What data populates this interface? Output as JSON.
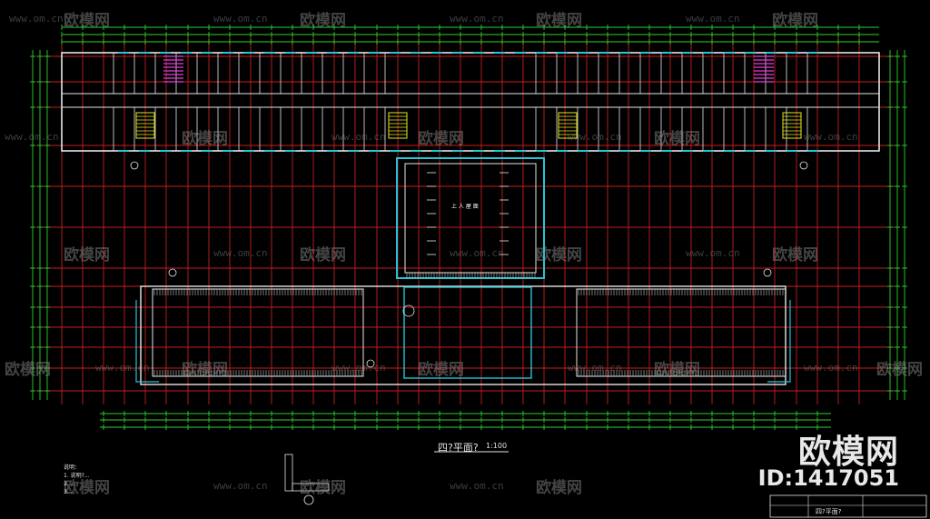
{
  "drawing": {
    "title": "四?平面?",
    "scale": "1:100",
    "roof_label": "上 人 屋 面",
    "notes": [
      "说明：",
      "1. 说明?... ",
      "2. ...",
      "3. ..."
    ],
    "title_block": "四?平面?"
  },
  "watermark": {
    "brand": "欧模网",
    "id": "ID:1417051",
    "site": "www.om.cn"
  },
  "colors": {
    "background": "#000000",
    "grid_red": "#c81e1e",
    "dim_green": "#2ed12e",
    "wall_white": "#e6e6e6",
    "cyan": "#27c3d6",
    "magenta": "#e83ad8",
    "yellow": "#e6e61e"
  }
}
